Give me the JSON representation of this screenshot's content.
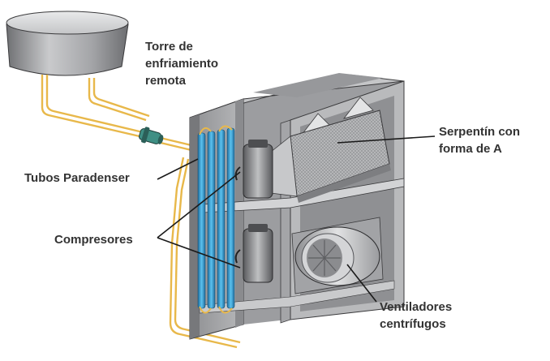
{
  "labels": {
    "cooling_tower": [
      "Torre de",
      "enfriamiento",
      "remota"
    ],
    "paradenser_tubes": "Tubos Paradenser",
    "compressors": "Compresores",
    "a_coil": [
      "Serpentín con",
      "forma de A"
    ],
    "centrifugal_fans": [
      "Ventiladores",
      "centrífugos"
    ]
  },
  "colors": {
    "label_text": "#333333",
    "leader_line": "#1a1a1a",
    "pipe": "#e8b84a",
    "tube": "#3aa7d8",
    "cabinet": "#a9aaac",
    "tower": "#a7a8aa"
  }
}
